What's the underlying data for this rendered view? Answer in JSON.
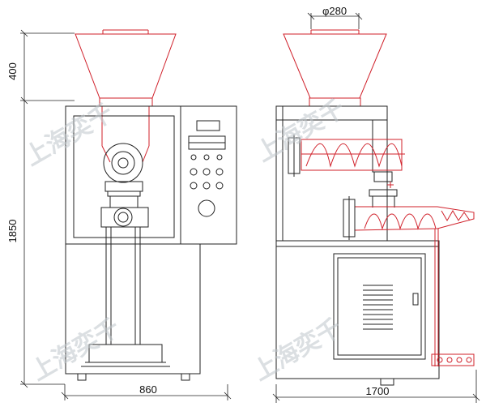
{
  "dimensions": {
    "hopper_height": "400",
    "total_height": "1850",
    "front_width": "860",
    "side_width": "1700",
    "hopper_diameter": "φ280"
  },
  "watermark": {
    "text": "上海奕千"
  },
  "colors": {
    "line": "#222222",
    "red": "#d0202a",
    "accent": "#d0202a"
  },
  "icons": [
    "screw-conveyor-icon",
    "hopper-icon",
    "control-panel-icon",
    "vent-grille-icon"
  ]
}
